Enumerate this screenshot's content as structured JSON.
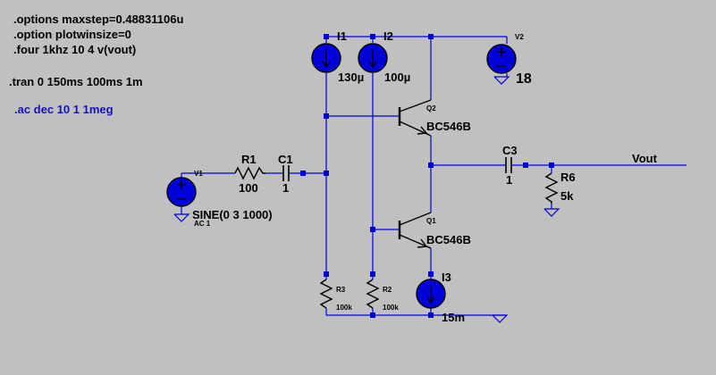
{
  "directives": {
    "options_maxstep": ".options maxstep=0.48831106u",
    "option_plotwinsize": ".option plotwinsize=0",
    "four": ".four 1khz 10 4 v(vout)",
    "tran": ".tran 0 150ms 100ms 1m",
    "ac": ".ac dec 10 1 1meg"
  },
  "components": {
    "i1": {
      "name": "I1",
      "value": "130µ"
    },
    "i2": {
      "name": "I2",
      "value": "100µ"
    },
    "v2": {
      "name": "V2",
      "value": "18"
    },
    "q2": {
      "name": "Q2",
      "model": "BC546B"
    },
    "q1": {
      "name": "Q1",
      "model": "BC546B"
    },
    "v1": {
      "name": "V1",
      "value": "SINE(0 3 1000)",
      "ac": "AC 1"
    },
    "r1": {
      "name": "R1",
      "value": "100"
    },
    "c1": {
      "name": "C1",
      "value": "1"
    },
    "c3": {
      "name": "C3",
      "value": "1"
    },
    "r6": {
      "name": "R6",
      "value": "5k"
    },
    "r3": {
      "name": "R3",
      "value": "100k"
    },
    "r2": {
      "name": "R2",
      "value": "100k"
    },
    "i3": {
      "name": "I3",
      "value": "15m"
    }
  },
  "nets": {
    "vout": "Vout"
  },
  "colors": {
    "background": "#c0c0c0",
    "wire": "#0000d8",
    "component": "#000000",
    "ac_directive": "#1414b4"
  }
}
